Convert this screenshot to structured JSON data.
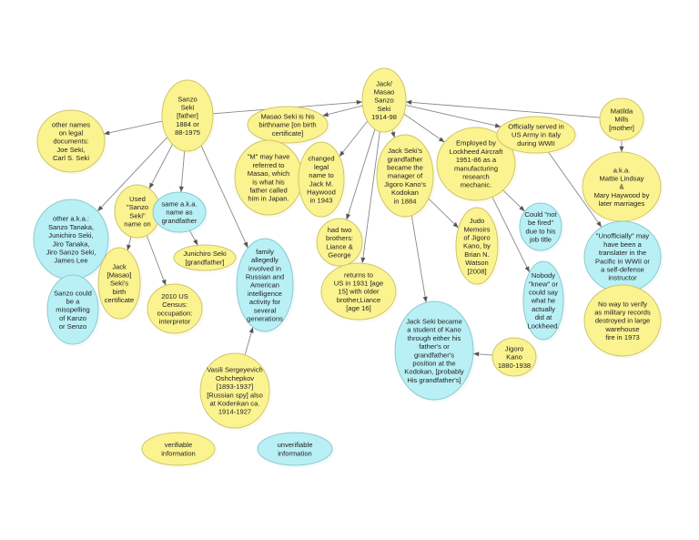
{
  "colors": {
    "verifiable": "#fbf38f",
    "unverifiable": "#b8f0f5",
    "edge": "#888888"
  },
  "nodes": [
    {
      "id": "sanzo",
      "kind": "y",
      "lines": [
        "Sanzo",
        "Seki",
        "[father]",
        "1884 or",
        "88-1975"
      ]
    },
    {
      "id": "othernames",
      "kind": "y",
      "lines": [
        "other names",
        "on legal",
        "documents:",
        "Joe Seki,",
        "Carl S. Seki"
      ]
    },
    {
      "id": "jack",
      "kind": "y",
      "lines": [
        "Jack/",
        "Masao",
        "Sanzo",
        "Seki",
        "1914-98"
      ]
    },
    {
      "id": "masaobirth",
      "kind": "y",
      "lines": [
        "Masao Seki is his",
        "birthname [on birth",
        "certificate]"
      ]
    },
    {
      "id": "mmay",
      "kind": "y",
      "lines": [
        "\"M\" may have",
        "referred to",
        "Masao, which",
        "is what his",
        "father called",
        "him in Japan."
      ]
    },
    {
      "id": "changed",
      "kind": "y",
      "lines": [
        "changed",
        "legal",
        "name to",
        "Jack M.",
        "Haywood",
        "in 1943"
      ]
    },
    {
      "id": "grandmgr",
      "kind": "y",
      "lines": [
        "Jack Seki's",
        "grandfather",
        "became the",
        "manager of",
        "Jigoro Kano's",
        "Kodokan",
        "in 1884"
      ]
    },
    {
      "id": "employed",
      "kind": "y",
      "lines": [
        "Employed by",
        "Lockheed Aircraft",
        "1951-86 as a",
        "manufacturing",
        "research",
        "mechanic."
      ]
    },
    {
      "id": "officially",
      "kind": "y",
      "lines": [
        "Officially served in",
        "US Army in Italy",
        "during WWII"
      ]
    },
    {
      "id": "matilda",
      "kind": "y",
      "lines": [
        "Matilda",
        "Mills",
        "[mother]"
      ]
    },
    {
      "id": "akamattie",
      "kind": "y",
      "lines": [
        "a.k.a.",
        "Mattie Lindsay",
        "&",
        "Mary Haywood by",
        "later marriages"
      ]
    },
    {
      "id": "otheraka",
      "kind": "b",
      "lines": [
        "other a.k.a.:",
        "Sanzo Tanaka,",
        "Junichiro Seki,",
        "Jiro Tanaka,",
        "Jiro Sanzo Seki,",
        "James Lee"
      ]
    },
    {
      "id": "used",
      "kind": "y",
      "lines": [
        "Used",
        "\"Sanzo",
        "Seki\"",
        "name on"
      ]
    },
    {
      "id": "sameaka",
      "kind": "b",
      "lines": [
        "same a.k.a.",
        "name as",
        "grandfather"
      ]
    },
    {
      "id": "junichiro",
      "kind": "y",
      "lines": [
        "Junichiro Seki",
        "[grandfather]"
      ]
    },
    {
      "id": "family",
      "kind": "b",
      "lines": [
        "family",
        "allegedly",
        "involved in",
        "Russian and",
        "American",
        "intelligence",
        "activity for",
        "several",
        "generations"
      ]
    },
    {
      "id": "jackbirth",
      "kind": "y",
      "lines": [
        "Jack",
        "[Masao]",
        "Seki's",
        "birth",
        "certificate"
      ]
    },
    {
      "id": "census",
      "kind": "y",
      "lines": [
        "2010 US",
        "Census:",
        "occupation:",
        "interpretor"
      ]
    },
    {
      "id": "sanzocould",
      "kind": "b",
      "lines": [
        "Sanzo could",
        "be a",
        "misspelling",
        "of Kanzo",
        "or Senzo"
      ]
    },
    {
      "id": "twobrothers",
      "kind": "y",
      "lines": [
        "had two",
        "brothers:",
        "Liance &",
        "George"
      ]
    },
    {
      "id": "returns",
      "kind": "y",
      "lines": [
        "returns to",
        "US in 1931 [age",
        "15] with older",
        "brother,Liance",
        "[age 16]"
      ]
    },
    {
      "id": "judo",
      "kind": "y",
      "lines": [
        "Judo",
        "Memoirs",
        "of Jigoro",
        "Kano, by",
        "Brian N.",
        "Watson",
        "[2008]"
      ]
    },
    {
      "id": "couldnot",
      "kind": "b",
      "lines": [
        "Could \"not",
        "be fired\"",
        "due to his",
        "job title"
      ]
    },
    {
      "id": "unofficially",
      "kind": "b",
      "lines": [
        "\"Unofficially\" may",
        "have been a",
        "translater in the",
        "Pacific in WWII or",
        "a self-defense",
        "instructor"
      ]
    },
    {
      "id": "nobody",
      "kind": "b",
      "lines": [
        "Nobody",
        "\"knew\" or",
        "could say",
        "what he",
        "actually",
        "did at",
        "Lockheed."
      ]
    },
    {
      "id": "jackstudent",
      "kind": "b",
      "lines": [
        "Jack Seki became",
        "a student of Kano",
        "through either his",
        "father's or",
        "grandfather's",
        "position at the",
        "Kodokan, [probably",
        "His grandfather's]"
      ]
    },
    {
      "id": "jigoro",
      "kind": "y",
      "lines": [
        "Jigoro",
        "Kano",
        "1880-1938"
      ]
    },
    {
      "id": "noway",
      "kind": "y",
      "lines": [
        "No way to verify",
        "as military records",
        "destroyed in large",
        "warehouse",
        "fire in 1973"
      ]
    },
    {
      "id": "vasili",
      "kind": "y",
      "lines": [
        "Vasili Sergeyevich",
        "Oshchepkov",
        "[1893-1937]",
        "[Russian spy] also",
        "at Kodenkan ca.",
        "1914-1927"
      ]
    },
    {
      "id": "verifiable",
      "kind": "y",
      "lines": [
        "verifiable",
        "information"
      ]
    },
    {
      "id": "unverifiable",
      "kind": "b",
      "lines": [
        "unverifiable",
        "information"
      ]
    }
  ],
  "edges": [
    [
      "sanzo",
      "othernames"
    ],
    [
      "sanzo",
      "otheraka"
    ],
    [
      "sanzo",
      "used"
    ],
    [
      "sanzo",
      "sameaka"
    ],
    [
      "sanzo",
      "family"
    ],
    [
      "sanzo",
      "jack"
    ],
    [
      "matilda",
      "jack"
    ],
    [
      "jack",
      "masaobirth"
    ],
    [
      "jack",
      "changed"
    ],
    [
      "jack",
      "grandmgr"
    ],
    [
      "jack",
      "employed"
    ],
    [
      "jack",
      "officially"
    ],
    [
      "jack",
      "twobrothers"
    ],
    [
      "jack",
      "returns"
    ],
    [
      "changed",
      "mmay"
    ],
    [
      "used",
      "jackbirth"
    ],
    [
      "used",
      "census"
    ],
    [
      "sameaka",
      "junichiro"
    ],
    [
      "otheraka",
      "sanzocould"
    ],
    [
      "vasili",
      "family"
    ],
    [
      "grandmgr",
      "judo"
    ],
    [
      "grandmgr",
      "jackstudent"
    ],
    [
      "jigoro",
      "jackstudent"
    ],
    [
      "employed",
      "couldnot"
    ],
    [
      "employed",
      "nobody"
    ],
    [
      "officially",
      "unofficially"
    ],
    [
      "matilda",
      "akamattie"
    ],
    [
      "noway",
      "unofficially"
    ]
  ]
}
